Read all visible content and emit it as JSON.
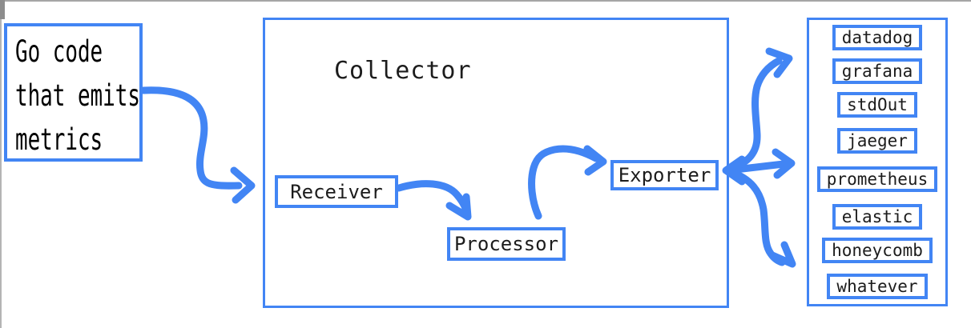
{
  "colors": {
    "accent": "#4285f4",
    "ink": "#1c1c1c",
    "edge_gray": "#a6a6a6"
  },
  "source": {
    "lines": [
      "Go code",
      "that emits",
      "metrics"
    ]
  },
  "collector": {
    "title": "Collector",
    "receiver": "Receiver",
    "processor": "Processor",
    "exporter": "Exporter"
  },
  "backends": {
    "items": [
      "datadog",
      "grafana",
      "stdOut",
      "jaeger",
      "prometheus",
      "elastic",
      "honeycomb",
      "whatever"
    ]
  }
}
